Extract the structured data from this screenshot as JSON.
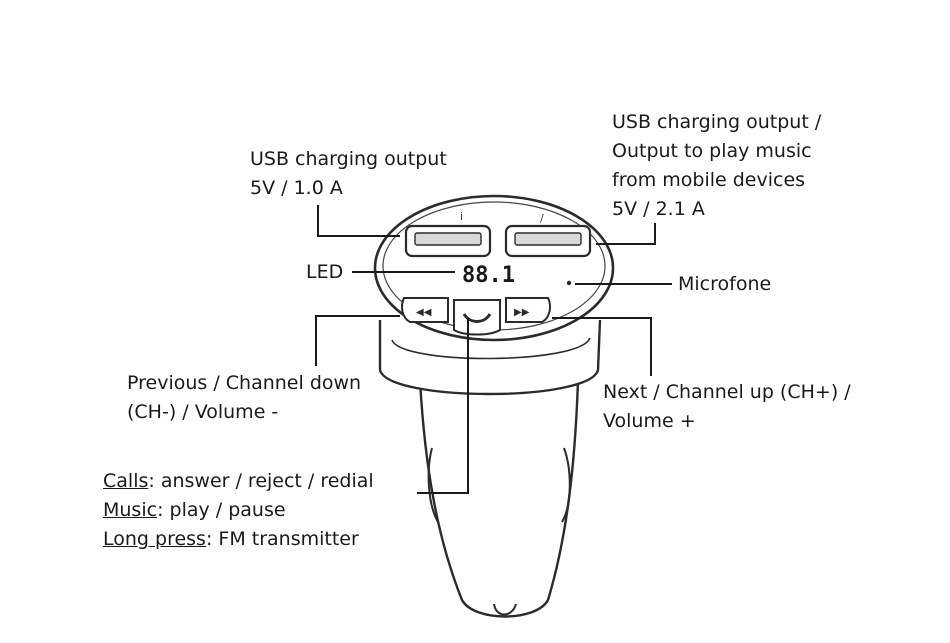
{
  "labels": {
    "usb_left": {
      "line1": "USB charging output",
      "line2": "5V / 1.0 A"
    },
    "usb_right": {
      "line1": "USB charging output /",
      "line2": "Output to play music",
      "line3": "from mobile devices",
      "line4": "5V / 2.1 A"
    },
    "led": "LED",
    "microphone": "Microfone",
    "previous": {
      "line1": "Previous / Channel down",
      "line2": "(CH-) / Volume -"
    },
    "next": {
      "line1": "Next / Channel up (CH+) /",
      "line2": "Volume +"
    },
    "center": {
      "calls_key": "Calls",
      "calls_value": ": answer / reject / redial",
      "music_key": "Music",
      "music_value": ": play / pause",
      "long_key": "Long press",
      "long_value": ": FM transmitter"
    }
  },
  "device": {
    "display_text": "88.1",
    "port_mark_left": "i",
    "port_mark_right": "/"
  },
  "colors": {
    "line": "#1a1a1a",
    "device_stroke": "#2b2b2b",
    "device_fill": "#ffffff",
    "display_fill": "#f2f2f2"
  }
}
